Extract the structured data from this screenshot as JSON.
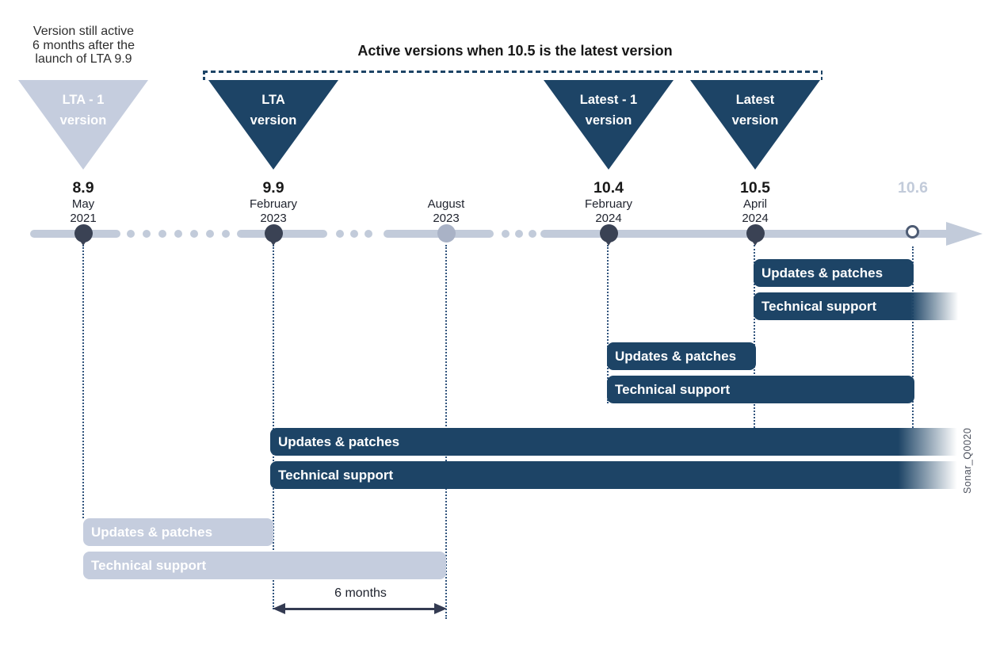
{
  "annotation": {
    "line1": "Version still active",
    "line2": "6 months after the",
    "line3": "launch of LTA 9.9"
  },
  "header": {
    "title": "Active versions when 10.5 is the latest version"
  },
  "triangles": {
    "lta_minus_1": {
      "line1": "LTA - 1",
      "line2": "version"
    },
    "lta": {
      "line1": "LTA",
      "line2": "version"
    },
    "latest_minus_1": {
      "line1": "Latest - 1",
      "line2": "version"
    },
    "latest": {
      "line1": "Latest",
      "line2": "version"
    }
  },
  "milestones": [
    {
      "version": "8.9",
      "month": "May",
      "year": "2021"
    },
    {
      "version": "9.9",
      "month": "February",
      "year": "2023"
    },
    {
      "version": "",
      "month": "August",
      "year": "2023"
    },
    {
      "version": "10.4",
      "month": "February",
      "year": "2024"
    },
    {
      "version": "10.5",
      "month": "April",
      "year": "2024"
    },
    {
      "version": "10.6",
      "month": "",
      "year": ""
    }
  ],
  "support": {
    "updates_label": "Updates & patches",
    "technical_label": "Technical support"
  },
  "duration": {
    "label": "6 months"
  },
  "watermark": "Sonar_Q0020",
  "colors": {
    "dark_navy": "#1d4466",
    "light_bar": "#c5cdde",
    "timeline_gray": "#c2cbda",
    "dark_dot": "#3a4254",
    "august_dot": "#a9b2c6",
    "dotted_line": "#31547d",
    "text_dark": "#1a1a1a",
    "future_label": "#c2cbda",
    "arrow_dark": "#343b52",
    "watermark_gray": "#4d525e"
  }
}
